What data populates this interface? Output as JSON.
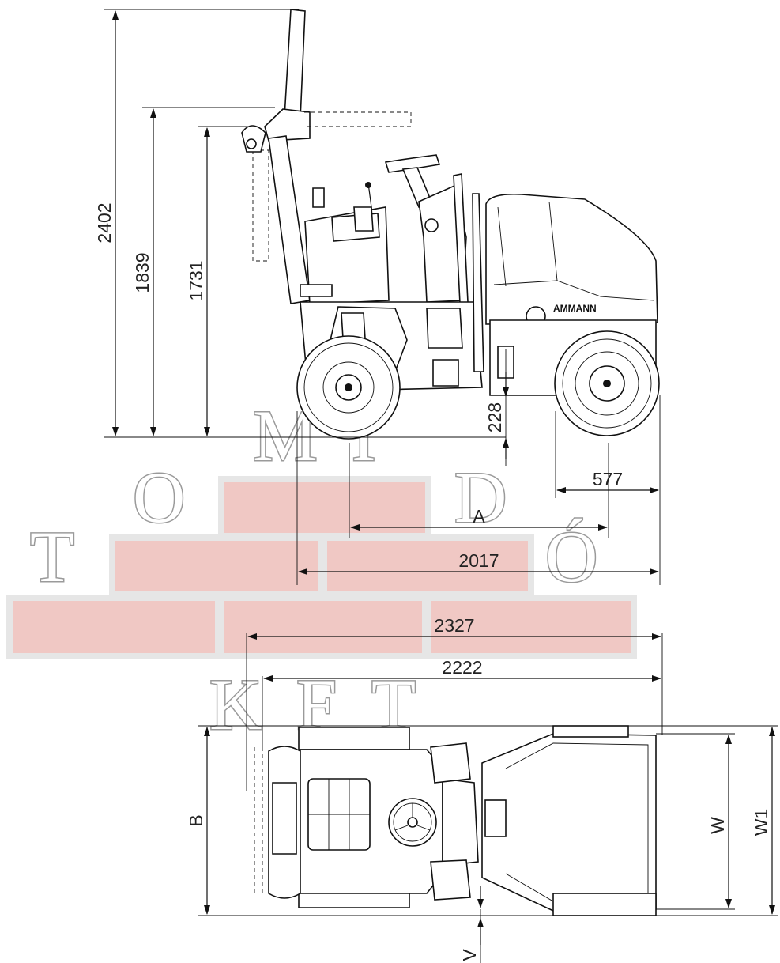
{
  "side_view": {
    "dimensions": {
      "overall_height": "2402",
      "height_1839": "1839",
      "height_1731": "1731",
      "ground_clearance": "228",
      "rear_overhang": "577",
      "wheelbase": "A",
      "length_2017": "2017"
    },
    "brand": "AMMANN"
  },
  "top_view": {
    "dimensions": {
      "length_2327": "2327",
      "length_2222": "2222",
      "width_b": "B",
      "width_w": "W",
      "width_w1": "W1",
      "offset_v": "V"
    }
  },
  "watermark": {
    "row1": [
      "M",
      "I"
    ],
    "row2": [
      "O",
      "D"
    ],
    "row3": [
      "T",
      "Ó"
    ],
    "row4": [
      "K",
      "F",
      "T"
    ],
    "brick_color": "#f0c8c4",
    "brick_border": "#e4e4e4"
  }
}
